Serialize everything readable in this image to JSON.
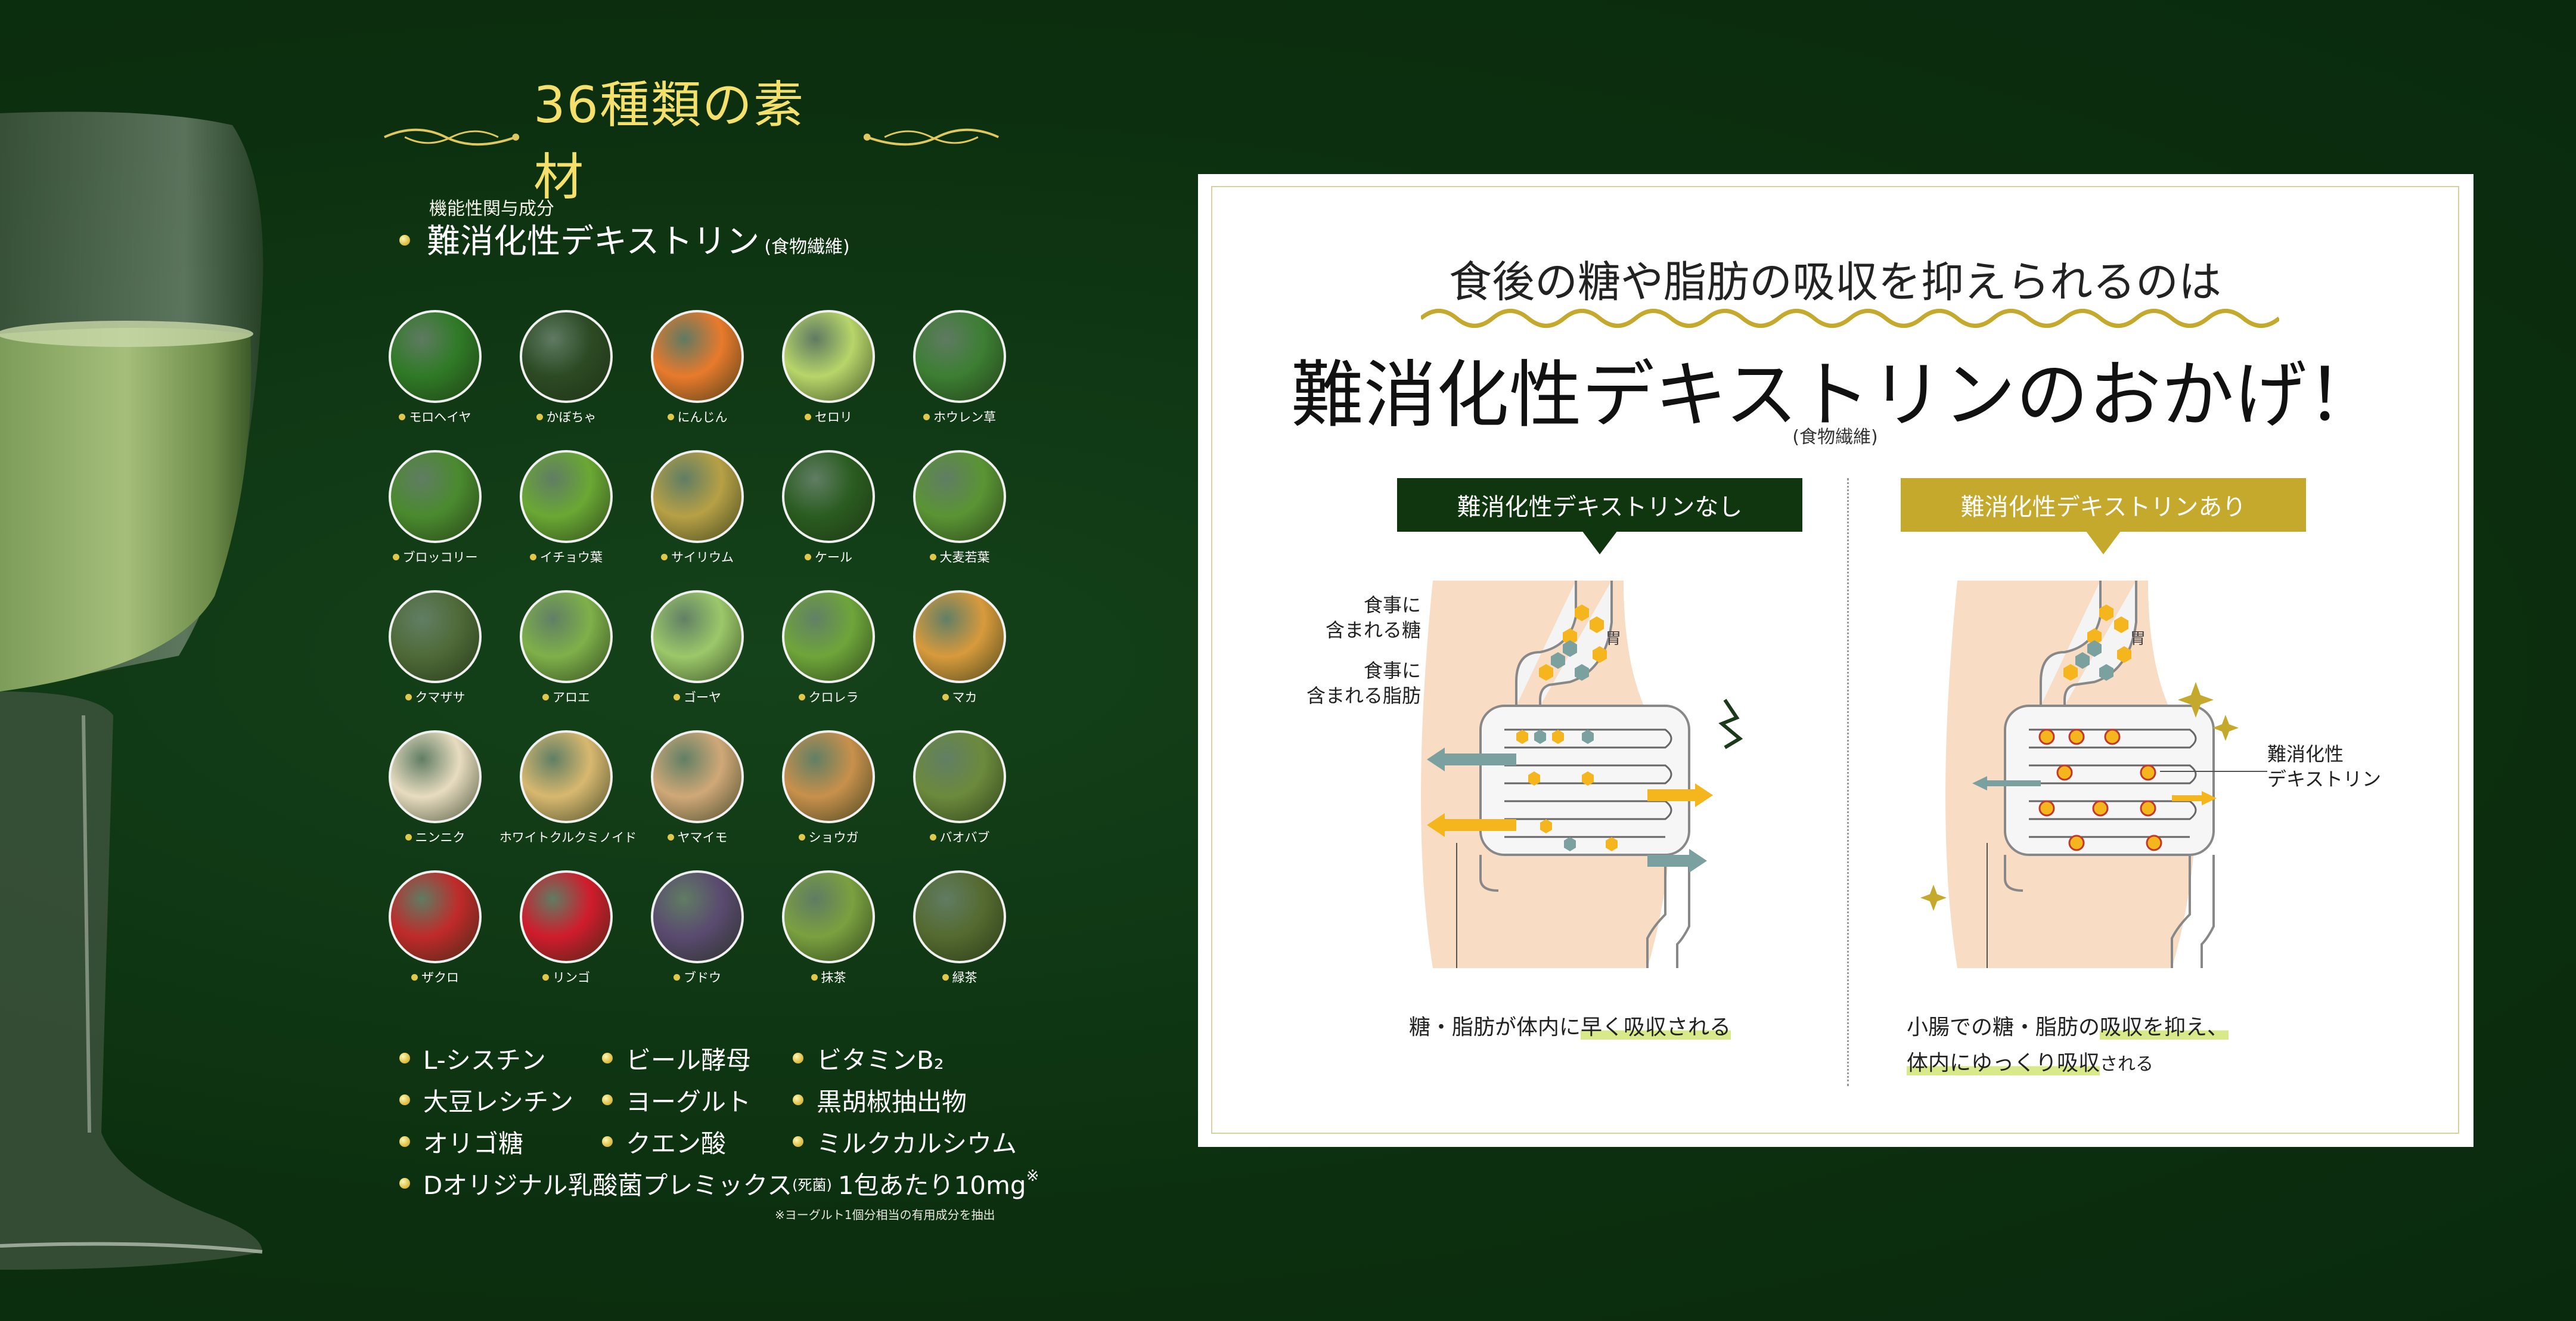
{
  "heading": {
    "title": "36種類の素材"
  },
  "functional": {
    "label": "機能性関与成分",
    "name": "難消化性デキストリン",
    "name_sub": "(食物繊維)"
  },
  "ingredients": [
    {
      "label": "モロヘイヤ",
      "color": "#2f7a26"
    },
    {
      "label": "かぼちゃ",
      "color": "#2c4a24"
    },
    {
      "label": "にんじん",
      "color": "#e87a2c"
    },
    {
      "label": "セロリ",
      "color": "#b7d56a"
    },
    {
      "label": "ホウレン草",
      "color": "#3c7e33"
    },
    {
      "label": "ブロッコリー",
      "color": "#4a8a2e"
    },
    {
      "label": "イチョウ葉",
      "color": "#6aa834"
    },
    {
      "label": "サイリウム",
      "color": "#b7a046"
    },
    {
      "label": "ケール",
      "color": "#2a5c20"
    },
    {
      "label": "大麦若葉",
      "color": "#5a9434"
    },
    {
      "label": "クマザサ",
      "color": "#4f6a38"
    },
    {
      "label": "アロエ",
      "color": "#7eb04a"
    },
    {
      "label": "ゴーヤ",
      "color": "#9cc86a"
    },
    {
      "label": "クロレラ",
      "color": "#6ea53a"
    },
    {
      "label": "マカ",
      "color": "#d89a3c"
    },
    {
      "label": "ニンニク",
      "color": "#e8dcc0"
    },
    {
      "label": "ホワイトクルクミノイド",
      "color": "#d8b870"
    },
    {
      "label": "ヤマイモ",
      "color": "#d0a878"
    },
    {
      "label": "ショウガ",
      "color": "#c8904c"
    },
    {
      "label": "バオバブ",
      "color": "#6c8a3c"
    },
    {
      "label": "ザクロ",
      "color": "#c02a2a"
    },
    {
      "label": "リンゴ",
      "color": "#d01c2c"
    },
    {
      "label": "ブドウ",
      "color": "#5a4a70"
    },
    {
      "label": "抹茶",
      "color": "#7aa040"
    },
    {
      "label": "緑茶",
      "color": "#556a30"
    }
  ],
  "others": {
    "rows": [
      [
        "L-シスチン",
        "ビール酵母",
        "ビタミンB₂"
      ],
      [
        "大豆レシチン",
        "ヨーグルト",
        "黒胡椒抽出物"
      ],
      [
        "オリゴ糖",
        "クエン酸",
        "ミルクカルシウム"
      ]
    ],
    "last_main": "Dオリジナル乳酸菌プレミックス",
    "last_paren": "(死菌)",
    "last_amount": "1包あたり10mg",
    "last_mark": "※",
    "note": "※ヨーグルト1個分相当の有用成分を抽出"
  },
  "panel": {
    "line1": "食後の糖や脂肪の吸収を抑えられるのは",
    "line2": "難消化性デキストリンのおかげ！",
    "sub": "(食物繊維)",
    "tag_without": "難消化性デキストリンなし",
    "tag_with": "難消化性デキストリンあり",
    "label_sugar_1": "食事に",
    "label_sugar_2": "含まれる糖",
    "label_fat_1": "食事に",
    "label_fat_2": "含まれる脂肪",
    "stomach": "胃",
    "label_dex_1": "難消化性",
    "label_dex_2": "デキストリン",
    "cap_without_a": "糖・脂肪が体内に",
    "cap_without_b": "早く吸収される",
    "cap_with_a": "小腸での糖・脂肪の",
    "cap_with_b": "吸収を抑え、",
    "cap_with_c": "体内にゆっくり吸収",
    "cap_with_d": "される"
  },
  "colors": {
    "background": "#0e3310",
    "gold": "#f4e06a",
    "tag_dark": "#10360f",
    "tag_gold": "#c5a92c",
    "skin": "#f9dcc4",
    "sugar": "#f5b51c",
    "fat": "#7aa0a0"
  }
}
